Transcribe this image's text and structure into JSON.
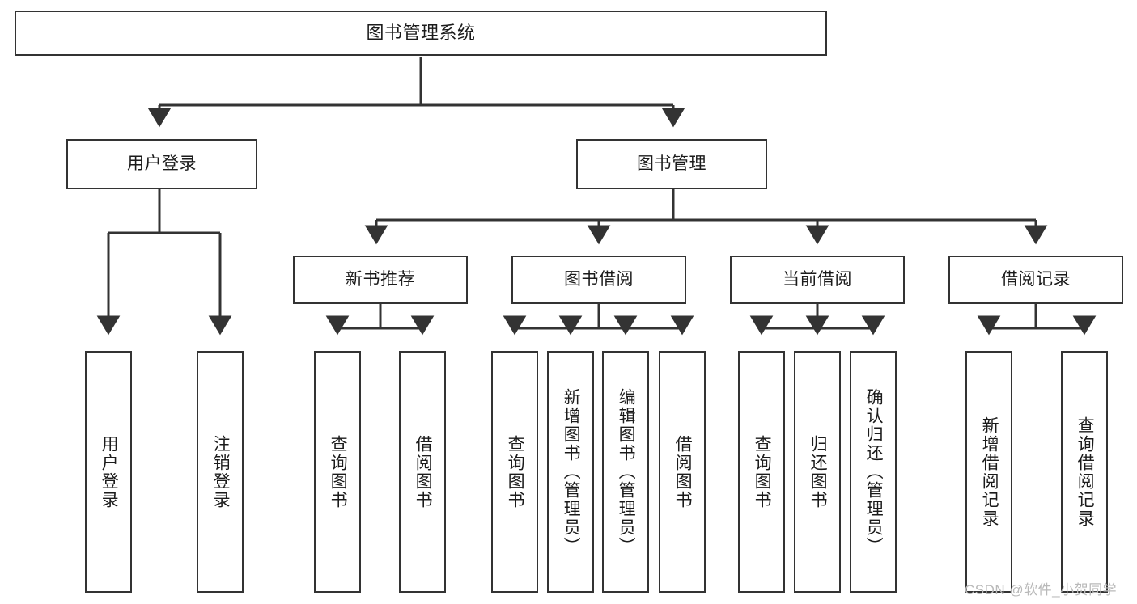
{
  "diagram": {
    "type": "hierarchy-tree",
    "title": "图书管理系统",
    "watermark": "CSDN @软件_小贺同学",
    "colors": {
      "box_border": "#333333",
      "box_fill": "#ffffff",
      "edge": "#333333",
      "text": "#1b1b1b",
      "watermark": "#b9b9b9",
      "background": "#ffffff"
    },
    "nodes": {
      "root": {
        "label": "图书管理系统"
      },
      "level2": [
        {
          "id": "user-login",
          "label": "用户登录"
        },
        {
          "id": "book-manage",
          "label": "图书管理"
        }
      ],
      "level3": [
        {
          "id": "new-book-rec",
          "label": "新书推荐"
        },
        {
          "id": "book-borrow",
          "label": "图书借阅"
        },
        {
          "id": "current-borrow",
          "label": "当前借阅"
        },
        {
          "id": "borrow-record",
          "label": "借阅记录"
        }
      ],
      "leaves": {
        "user_login": [
          {
            "id": "leaf-user-login",
            "label": "用户登录"
          },
          {
            "id": "leaf-logout-login",
            "label": "注销登录"
          }
        ],
        "new_book_rec": [
          {
            "id": "leaf-query-book-1",
            "label": "查询图书"
          },
          {
            "id": "leaf-borrow-book-1",
            "label": "借阅图书"
          }
        ],
        "book_borrow": [
          {
            "id": "leaf-query-book-2",
            "label": "查询图书"
          },
          {
            "id": "leaf-add-book",
            "label": "新增图书（管理员）"
          },
          {
            "id": "leaf-edit-book",
            "label": "编辑图书（管理员）"
          },
          {
            "id": "leaf-borrow-book-2",
            "label": "借阅图书"
          }
        ],
        "current_borrow": [
          {
            "id": "leaf-query-book-3",
            "label": "查询图书"
          },
          {
            "id": "leaf-return-book",
            "label": "归还图书"
          },
          {
            "id": "leaf-confirm-return",
            "label": "确认归还（管理员）"
          }
        ],
        "borrow_record": [
          {
            "id": "leaf-add-record",
            "label": "新增借阅记录"
          },
          {
            "id": "leaf-query-record",
            "label": "查询借阅记录"
          }
        ]
      }
    }
  }
}
